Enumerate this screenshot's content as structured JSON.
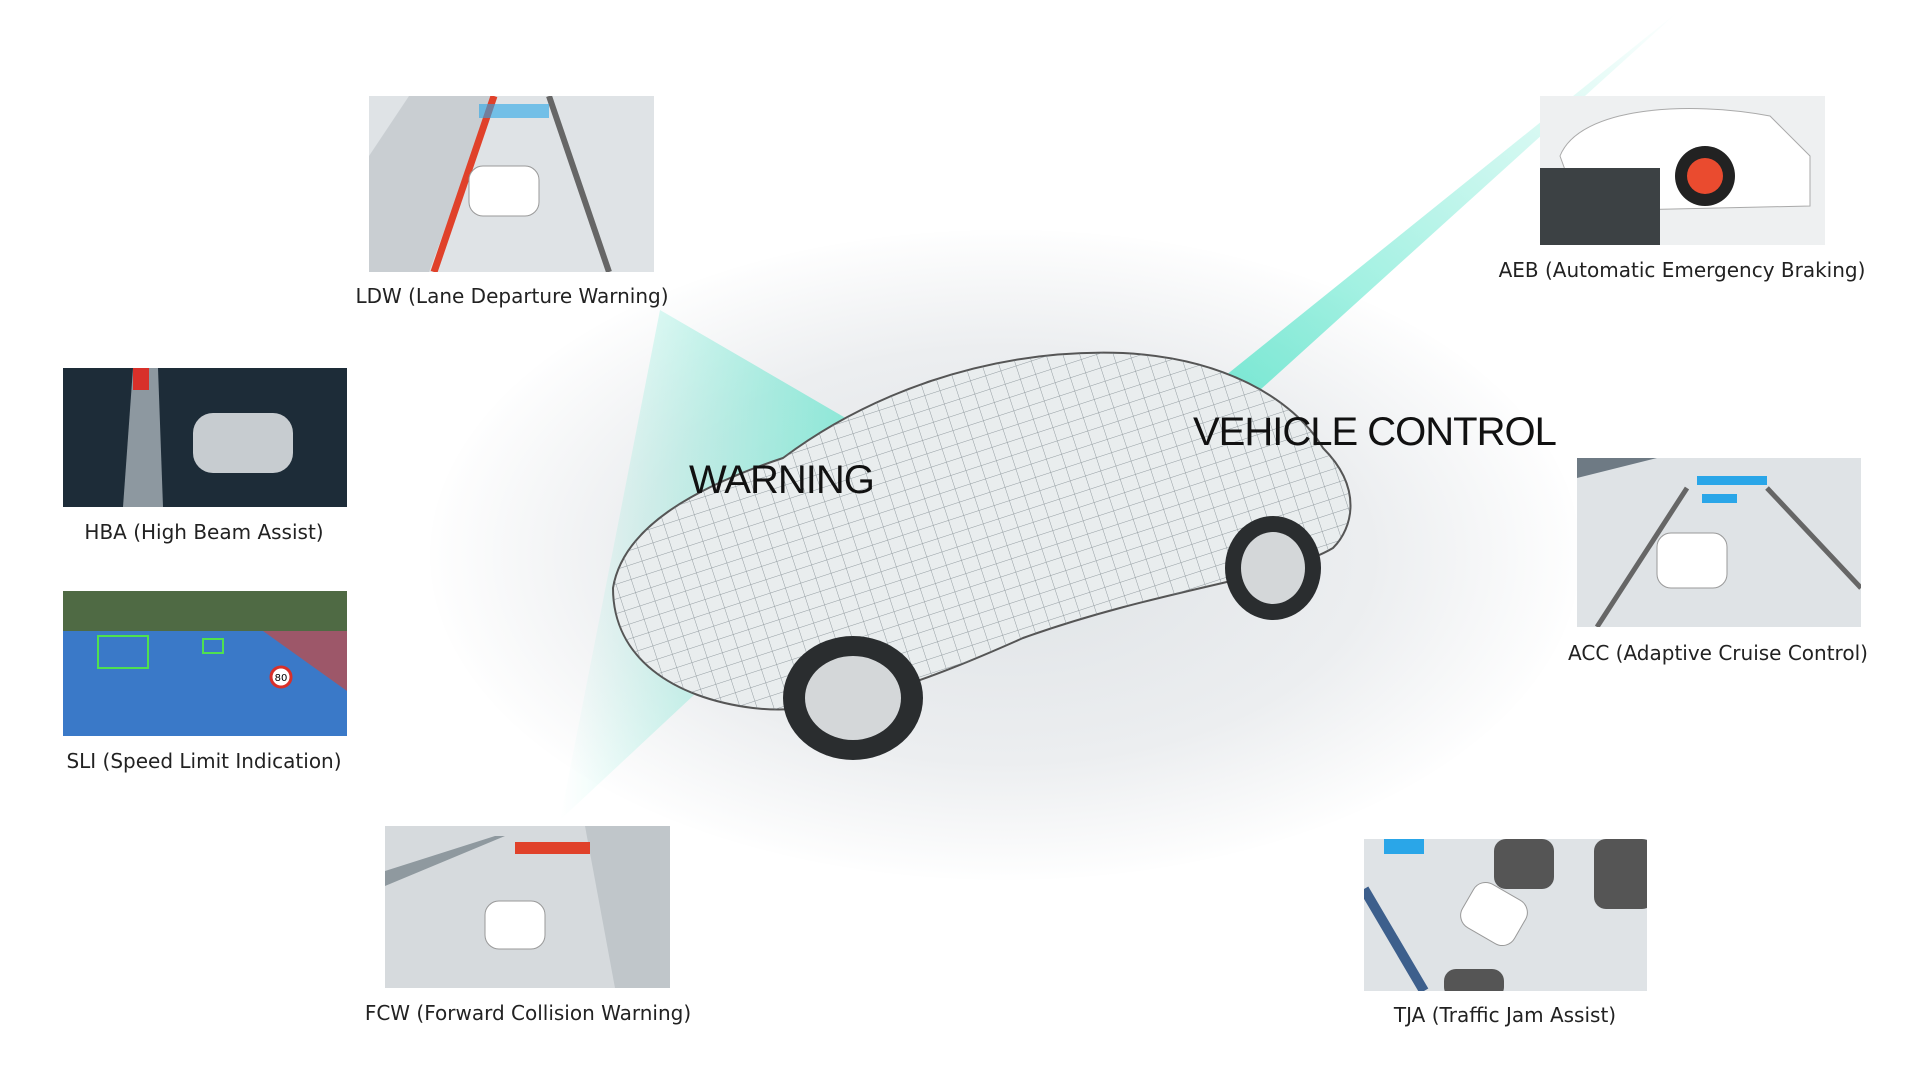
{
  "center": {
    "warning": "WARNING",
    "vehicle_control": "VEHICLE CONTROL"
  },
  "features": {
    "ldw": "LDW (Lane Departure Warning)",
    "hba": "HBA (High Beam Assist)",
    "sli": "SLI (Speed Limit Indication)",
    "fcw": "FCW (Forward Collision Warning)",
    "aeb": "AEB (Automatic Emergency Braking)",
    "acc": "ACC (Adaptive Cruise Control)",
    "tja": "TJA (Traffic Jam Assist)"
  },
  "sli_sign": "80",
  "colors": {
    "beam": "#5de6cc",
    "warn_red": "#e0412a",
    "assist_blue": "#2aa6e8"
  }
}
